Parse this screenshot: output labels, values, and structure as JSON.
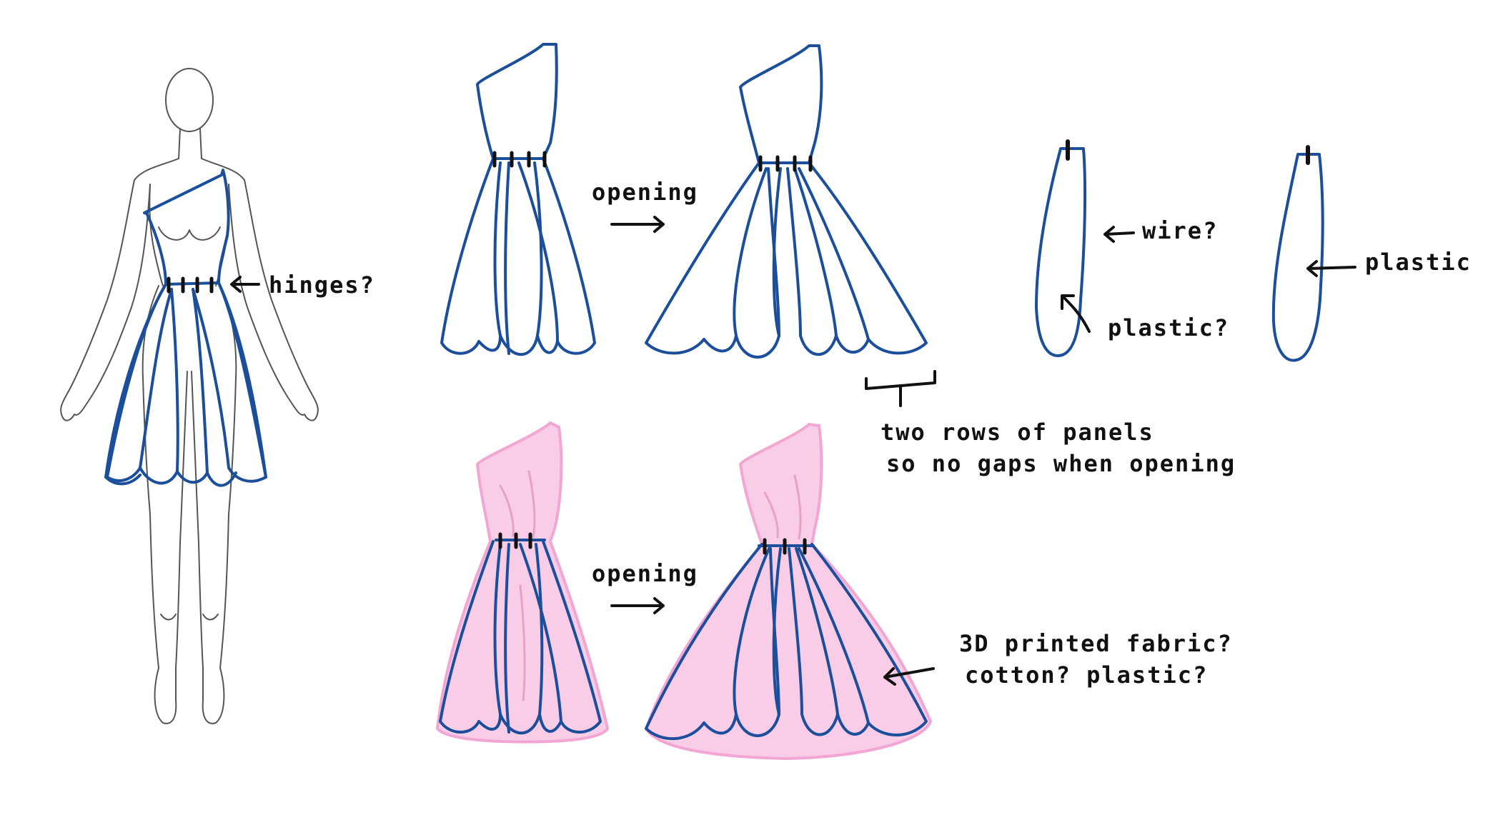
{
  "colors": {
    "outline_blue": "#1b4e9b",
    "mannequin_gray": "#555555",
    "fabric_pink": "#f9cde7",
    "fabric_pink_edge": "#f2a6d3",
    "annotation_ink": "#111111"
  },
  "labels": {
    "hinges": "hinges?",
    "opening_top": "opening",
    "opening_bottom": "opening",
    "wire": "wire?",
    "plastic_q": "plastic?",
    "plastic": "plastic",
    "two_rows_line1": "two rows of panels",
    "two_rows_line2": "so no gaps when opening",
    "material_line1": "3D printed fabric?",
    "material_line2": "cotton? plastic?"
  }
}
